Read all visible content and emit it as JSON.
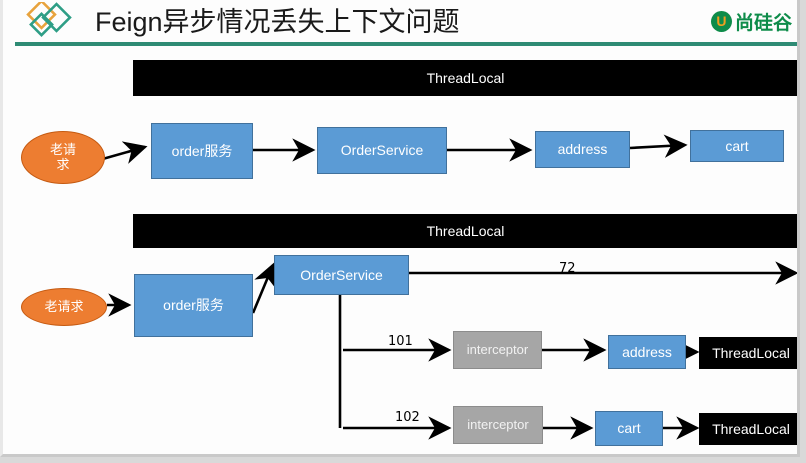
{
  "slide": {
    "title": "Feign异步情况丢失上下文问题",
    "brand": "尚硅谷",
    "brand_mark": "U",
    "logo_left_name": "shangguigu-diamond-logo"
  },
  "diagram": {
    "type": "flow-diagram",
    "colors": {
      "blue_fill": "#5b9bd5",
      "blue_stroke": "#41719c",
      "gray_fill": "#a6a6a6",
      "orange_fill": "#ed7d31",
      "orange_stroke": "#c55a11",
      "black_fill": "#000000",
      "brand_green": "#0e8c4a",
      "rule_green": "#2e8b74",
      "arrow": "#000000"
    },
    "scenario_top": {
      "threadlocal_bar": "ThreadLocal",
      "request": "老请求",
      "request_line1": "老请",
      "request_line2": "求",
      "nodes": [
        {
          "label": "order服务"
        },
        {
          "label": "OrderService"
        },
        {
          "label": "address"
        },
        {
          "label": "cart"
        }
      ]
    },
    "scenario_bottom": {
      "threadlocal_bar": "ThreadLocal",
      "request": "老请求",
      "entry": "order服务",
      "service": "OrderService",
      "main_thread_label": "72",
      "branches": [
        {
          "thread_id": "101",
          "interceptor": "interceptor",
          "target": "address",
          "threadlocal": "ThreadLocal"
        },
        {
          "thread_id": "102",
          "interceptor": "interceptor",
          "target": "cart",
          "threadlocal": "ThreadLocal"
        }
      ]
    }
  }
}
